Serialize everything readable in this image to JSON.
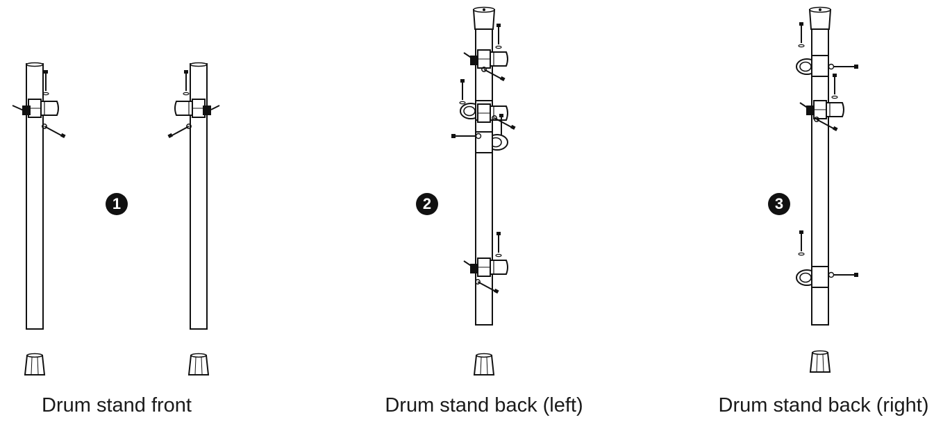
{
  "steps": [
    {
      "number": "1",
      "caption": "Drum stand front"
    },
    {
      "number": "2",
      "caption": "Drum stand back (left)"
    },
    {
      "number": "3",
      "caption": "Drum stand back (right)"
    }
  ],
  "colors": {
    "line": "#111111",
    "fill": "#ffffff",
    "badge": "#111111"
  }
}
